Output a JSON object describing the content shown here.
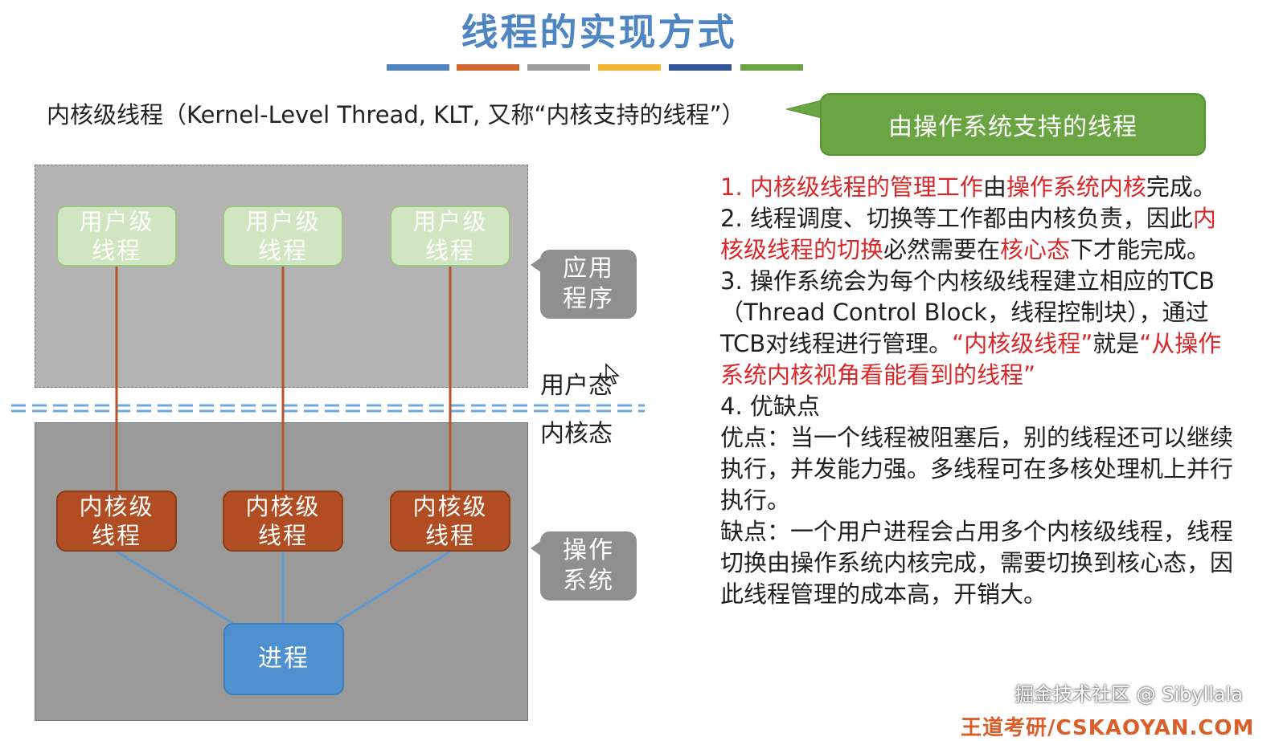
{
  "title": "线程的实现方式",
  "color_bar": [
    "#4f86c2",
    "#d0672d",
    "#9e9e9e",
    "#f2b632",
    "#2f5597",
    "#6aa443"
  ],
  "heading": "内核级线程（Kernel-Level Thread, KLT, 又称“内核支持的线程”）",
  "callout": "由操作系统支持的线程",
  "diagram": {
    "user_threads": [
      {
        "line1": "用户级",
        "line2": "线程"
      },
      {
        "line1": "用户级",
        "line2": "线程"
      },
      {
        "line1": "用户级",
        "line2": "线程"
      }
    ],
    "kernel_threads": [
      {
        "line1": "内核级",
        "line2": "线程"
      },
      {
        "line1": "内核级",
        "line2": "线程"
      },
      {
        "line1": "内核级",
        "line2": "线程"
      }
    ],
    "process": "进程",
    "app_tag": {
      "line1": "应用",
      "line2": "程序"
    },
    "os_tag": {
      "line1": "操作",
      "line2": "系统"
    },
    "user_mode": "用户态",
    "kernel_mode": "内核态"
  },
  "points": {
    "p1": {
      "a": "1. 内核级线程的管理工作",
      "b": "由",
      "c": "操作系统内核",
      "d": "完成。"
    },
    "p2": {
      "a": "2. 线程调度、切换等工作都由内核负责，因此",
      "b": "内核级线程的切换",
      "c": "必然需要在",
      "d": "核心态",
      "e": "下才能完成。"
    },
    "p3": {
      "a": "3. 操作系统会为每个内核级线程建立相应的TCB（Thread Control Block，线程控制块），通过TCB对线程进行管理。",
      "b": "“内核级线程”",
      "c": "就是",
      "d": "“从操作系统内核视角看能看到的线程”"
    },
    "p4": {
      "title": "4. 优缺点",
      "pros": "优点：当一个线程被阻塞后，别的线程还可以继续执行，并发能力强。多线程可在多核处理机上并行执行。",
      "cons": "缺点：一个用户进程会占用多个内核级线程，线程切换由操作系统内核完成，需要切换到核心态，因此线程管理的成本高，开销大。"
    }
  },
  "credit": "掘金技术社区 @ Sibyllala",
  "channel_logo": "",
  "bottom_watermark": "王道考研/CSKAOYAN.COM"
}
